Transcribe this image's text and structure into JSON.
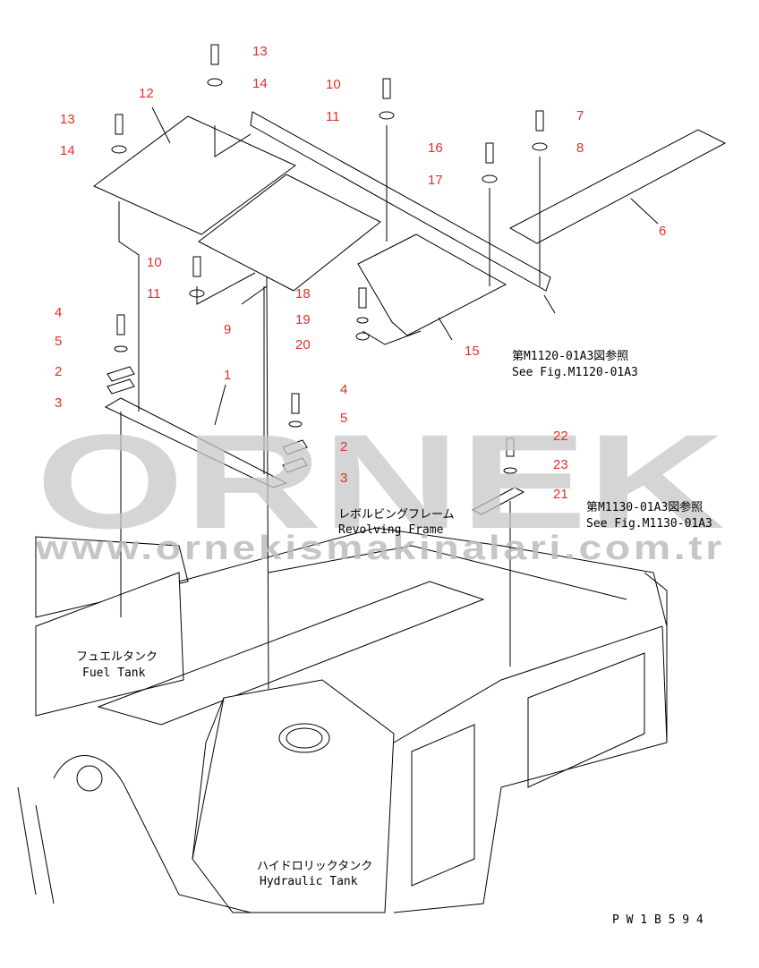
{
  "callouts": [
    "13",
    "14",
    "12",
    "13",
    "14",
    "10",
    "11",
    "7",
    "8",
    "16",
    "17",
    "6",
    "10",
    "11",
    "9",
    "18",
    "19",
    "20",
    "15",
    "4",
    "5",
    "2",
    "3",
    "1",
    "4",
    "5",
    "2",
    "3",
    "22",
    "23",
    "21"
  ],
  "notes": {
    "ref1_jp": "第M1120-01A3図参照",
    "ref1_en": "See Fig.M1120-01A3",
    "ref2_jp": "第M1130-01A3図参照",
    "ref2_en": "See Fig.M1130-01A3",
    "revolving_jp": "レボルビングフレーム",
    "revolving_en": "Revolving Frame",
    "fuel_jp": "フュエルタンク",
    "fuel_en": "Fuel Tank",
    "hyd_jp": "ハイドロリックタンク",
    "hyd_en": "Hydraulic Tank",
    "drawing_no": "P W 1 B 5 9 4"
  },
  "watermark": {
    "brand": "ORNEK",
    "url": "www.ornekismakinalari.com.tr"
  }
}
